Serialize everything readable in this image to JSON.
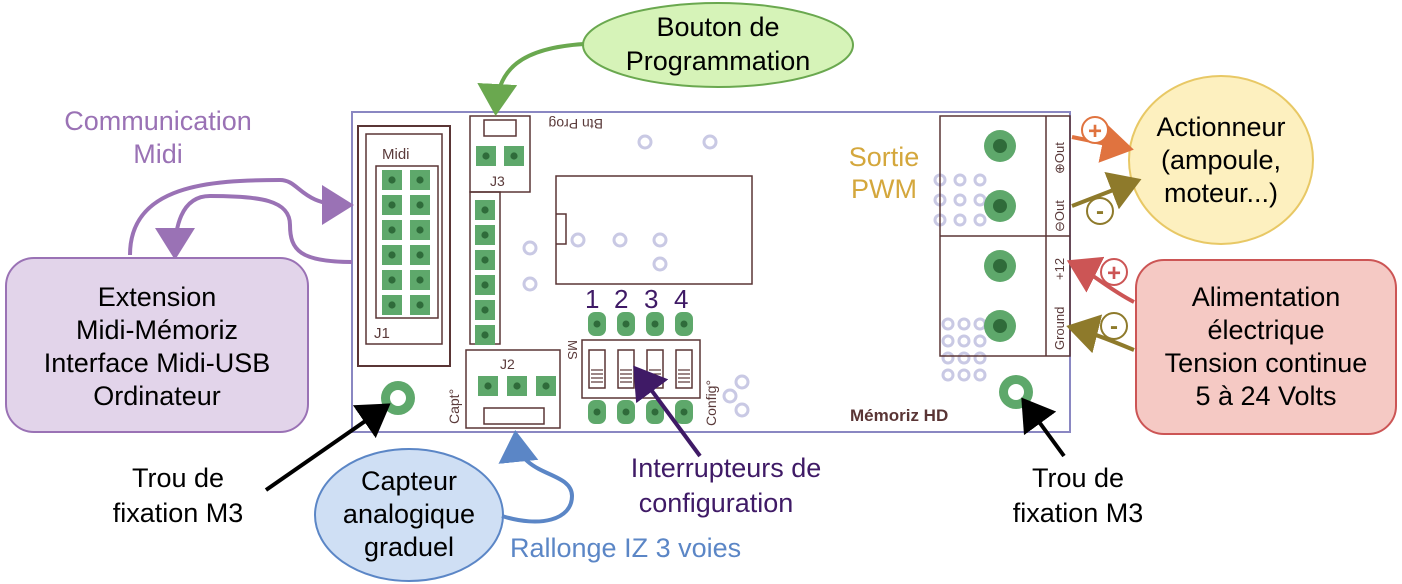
{
  "colors": {
    "board_outline": "#8a87c2",
    "silkscreen": "#5a3535",
    "pad_green": "#5ea86b",
    "pad_dark": "#2f6b3a",
    "via_grey": "#c9c9e4",
    "communication": "#9a72b5",
    "programmation": "#6aa84f",
    "pwm": "#d4a73c",
    "actionneur": "#e8c865",
    "alimentation": "#cc5555",
    "plus_arrow": "#e0733f",
    "minus_arrow": "#8e7a2b",
    "capteur": "#5b86c6",
    "interrupteurs": "#3f1a66",
    "fixation": "#000000"
  },
  "labels": {
    "bouton": [
      "Bouton de",
      "Programmation"
    ],
    "communication": [
      "Communication",
      "Midi"
    ],
    "extension": [
      "Extension",
      "Midi-Mémoriz",
      "Interface Midi-USB",
      "Ordinateur"
    ],
    "sortie": [
      "Sortie",
      "PWM"
    ],
    "actionneur": [
      "Actionneur",
      "(ampoule,",
      "moteur...)"
    ],
    "alimentation": [
      "Alimentation",
      "électrique",
      "Tension continue",
      "5 à 24 Volts"
    ],
    "capteur": [
      "Capteur",
      "analogique",
      "graduel"
    ],
    "rallonge": "Rallonge IZ 3 voies",
    "interrupteurs": [
      "Interrupteurs de",
      "configuration"
    ],
    "trou_left": [
      "Trou de",
      "fixation M3"
    ],
    "trou_right": [
      "Trou de",
      "fixation M3"
    ],
    "plus_sign": "+",
    "minus_sign": "-"
  },
  "board": {
    "midi": "Midi",
    "j1": "J1",
    "j2": "J2",
    "j3": "J3",
    "btn_prog": "Btn Prog",
    "capt": "Capt°",
    "ms": "MS",
    "config": "Config°",
    "switch_numbers": [
      "1",
      "2",
      "3",
      "4"
    ],
    "memoriz": "Mémoriz HD",
    "out_plus": "⊕Out",
    "out_minus": "⊖Out",
    "plus12": "+12",
    "ground": "Ground"
  }
}
